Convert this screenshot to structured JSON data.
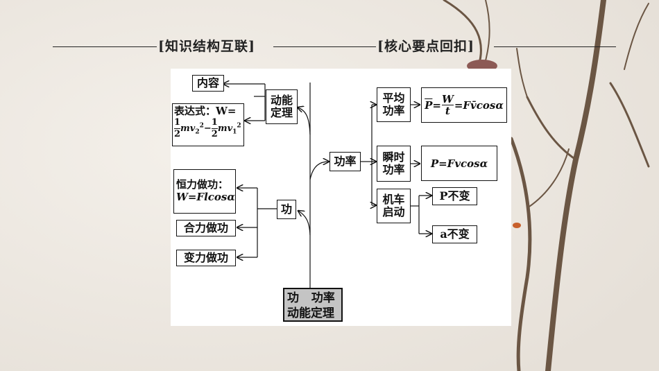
{
  "header": {
    "left_label": "[知识结构互联]",
    "right_label": "[核心要点回扣]"
  },
  "diagram": {
    "root": {
      "line1": "功   功率",
      "line2": "动能定理"
    },
    "kinetic_theorem": {
      "label_l1": "动能",
      "label_l2": "定理",
      "content": "内容",
      "expression_prefix": "表达式：W=",
      "half": "1",
      "two": "2",
      "mv": "mv",
      "v2": "2",
      "v1": "1",
      "sq": "2",
      "minus": "−"
    },
    "work": {
      "label": "功",
      "constant_force_l1": "恒力做功：",
      "constant_force_l2": "W=Flcosα",
      "resultant_force": "合力做功",
      "variable_force": "变力做功"
    },
    "power": {
      "label": "功率",
      "average_l1": "平均",
      "average_l2": "功率",
      "average_formula_p": "P",
      "average_eq": "=",
      "average_w": "W",
      "average_t": "t",
      "average_rest": "=Fv̄cosα",
      "instant_l1": "瞬时",
      "instant_l2": "功率",
      "instant_formula": "P=Fvcosα",
      "start_l1": "机车",
      "start_l2": "启动",
      "start_p_const": "P不变",
      "start_a_const": "a不变"
    }
  },
  "colors": {
    "background": "#efeae4",
    "panel": "#ffffff",
    "root_fill": "#c4c4c4",
    "branch": "#6b5644"
  }
}
